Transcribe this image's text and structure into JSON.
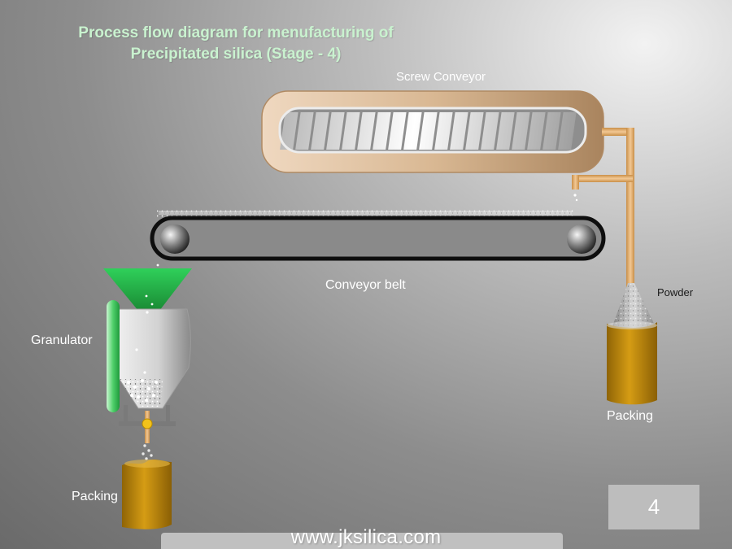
{
  "title": {
    "line1": "Process flow diagram for menufacturing of",
    "line2": "Precipitated silica  (Stage - 4)"
  },
  "labels": {
    "screw_conveyor": "Screw  Conveyor",
    "conveyor_belt": "Conveyor belt",
    "granulator": "Granulator",
    "powder": "Powder",
    "packing_left": "Packing",
    "packing_right": "Packing"
  },
  "slide_number": "4",
  "website": "www.jksilica.com",
  "colors": {
    "title": "#c9f2cf",
    "hopper_green": "#2fb84a",
    "bag_gold": "#c08a08",
    "pipe": "#e3b16c",
    "screw_housing": "#c9a57f"
  }
}
